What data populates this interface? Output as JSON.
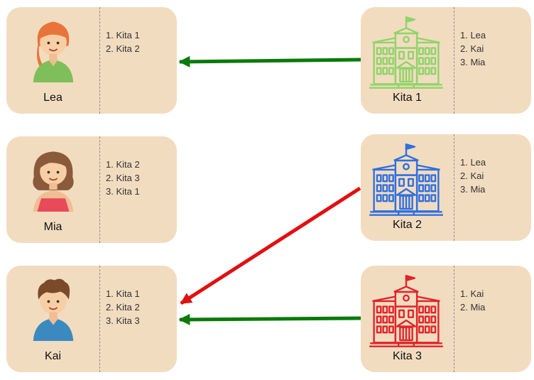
{
  "colors": {
    "card_bg": "#f2dcc0",
    "divider": "#8a8a8a",
    "arrow_green": "#0a7a0a",
    "arrow_red": "#e01010",
    "kita1": "#8fd46a",
    "kita2": "#2f6fe0",
    "kita3": "#e0242a"
  },
  "children": [
    {
      "name": "Lea",
      "icon": "girl-orange-hair-avatar-icon",
      "prefs": [
        "1.  Kita 1",
        "2.  Kita 2"
      ]
    },
    {
      "name": "Mia",
      "icon": "girl-brown-hair-avatar-icon",
      "prefs": [
        "1.  Kita 2",
        "2.  Kita 3",
        "3.  Kita 1"
      ]
    },
    {
      "name": "Kai",
      "icon": "boy-avatar-icon",
      "prefs": [
        "1.  Kita 1",
        "2.  Kita 2",
        "3.  Kita 3"
      ]
    }
  ],
  "kitas": [
    {
      "name": "Kita 1",
      "icon": "kindergarten-building-icon",
      "prefs": [
        "1.  Lea",
        "2.  Kai",
        "3.  Mia"
      ]
    },
    {
      "name": "Kita 2",
      "icon": "kindergarten-building-icon",
      "prefs": [
        "1.  Lea",
        "2.  Kai",
        "3.  Mia"
      ]
    },
    {
      "name": "Kita 3",
      "icon": "kindergarten-building-icon",
      "prefs": [
        "1.  Kai",
        "2.  Mia"
      ]
    }
  ],
  "arrows": [
    {
      "from": "Kita 1",
      "to": "Lea",
      "color": "green"
    },
    {
      "from": "Kita 2",
      "to": "Kai",
      "color": "red"
    },
    {
      "from": "Kita 3",
      "to": "Kai",
      "color": "green"
    }
  ]
}
